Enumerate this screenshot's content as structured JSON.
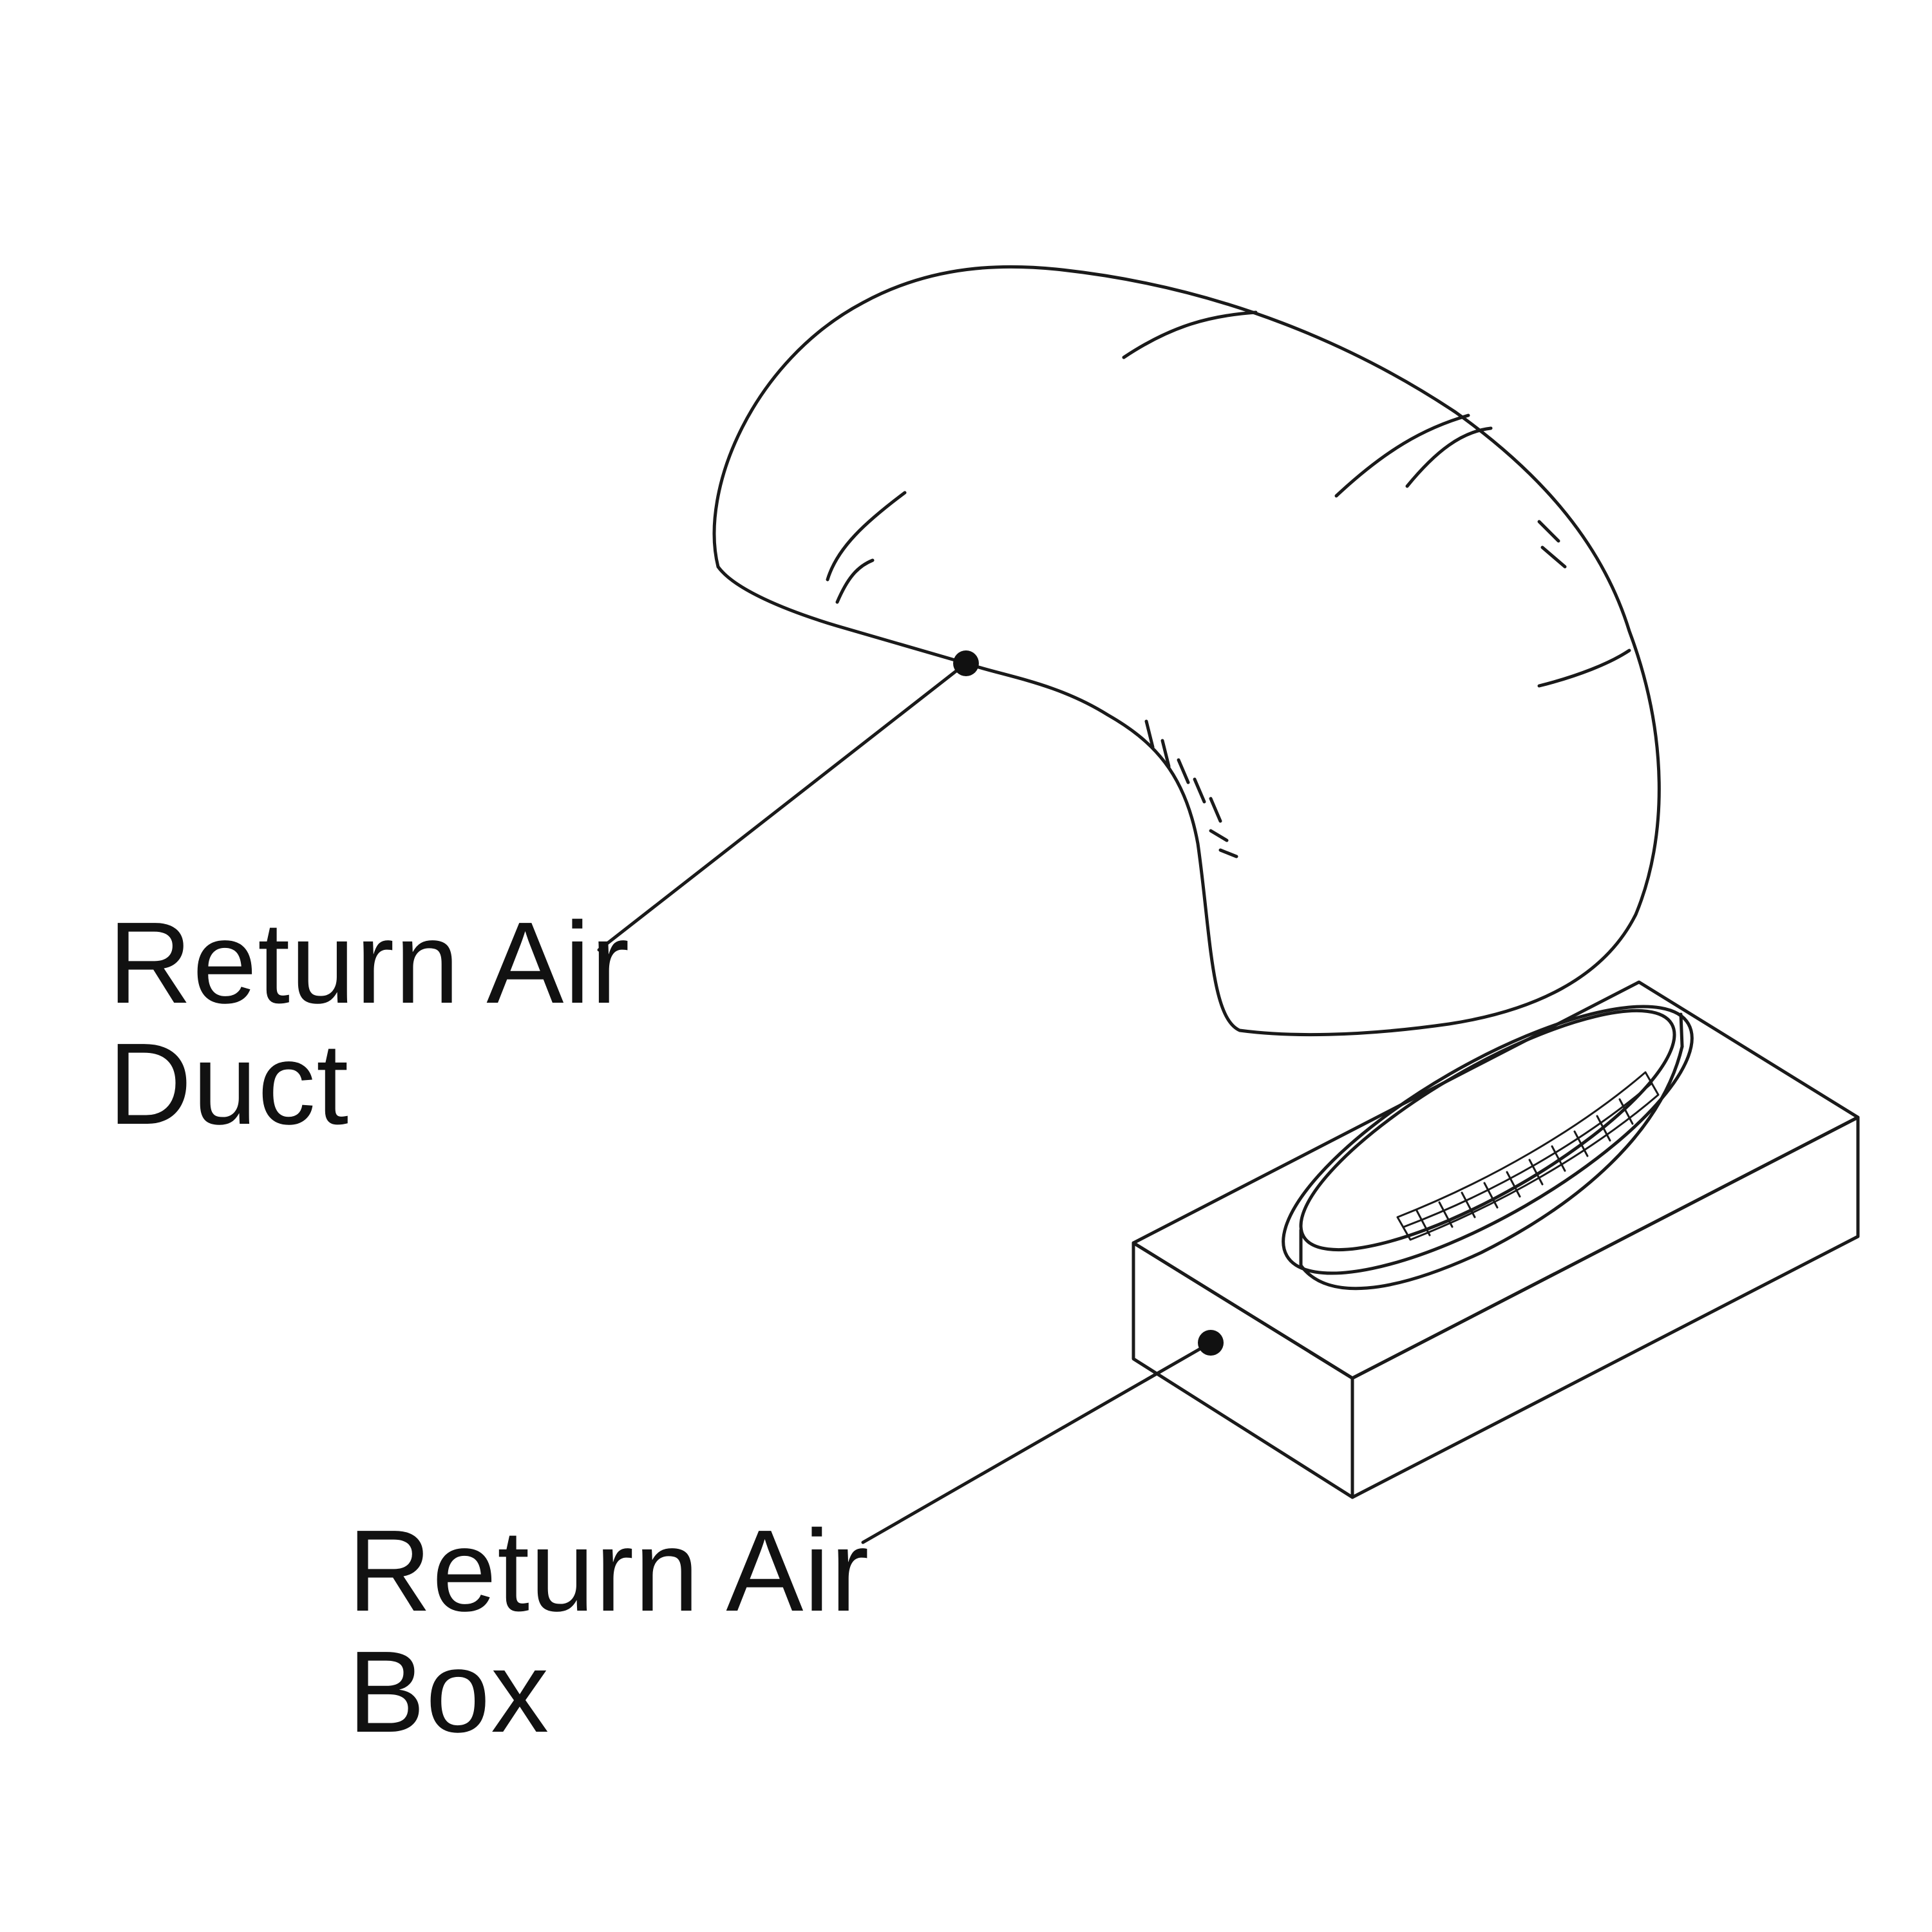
{
  "labels": {
    "return_air_duct": {
      "line1": "Return Air",
      "line2": "Duct"
    },
    "return_air_box": {
      "line1": "Return Air",
      "line2": "Box"
    }
  }
}
